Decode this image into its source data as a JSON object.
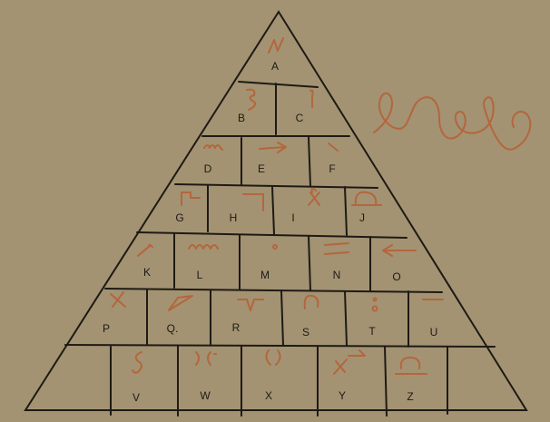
{
  "colors": {
    "background": "#a39373",
    "ink": "#1e1a14",
    "glyph": "#b4663c"
  },
  "letters": {
    "A": "A",
    "B": "B",
    "C": "C",
    "D": "D",
    "E": "E",
    "F": "F",
    "G": "G",
    "H": "H",
    "I": "I",
    "J": "J",
    "K": "K",
    "L": "L",
    "M": "M",
    "N": "N",
    "O": "O",
    "P": "P",
    "Q": "Q.",
    "R": "R",
    "S": "S",
    "T": "T",
    "U": "U",
    "V": "V",
    "W": "W",
    "X": "X",
    "Y": "Y",
    "Z": "Z"
  }
}
